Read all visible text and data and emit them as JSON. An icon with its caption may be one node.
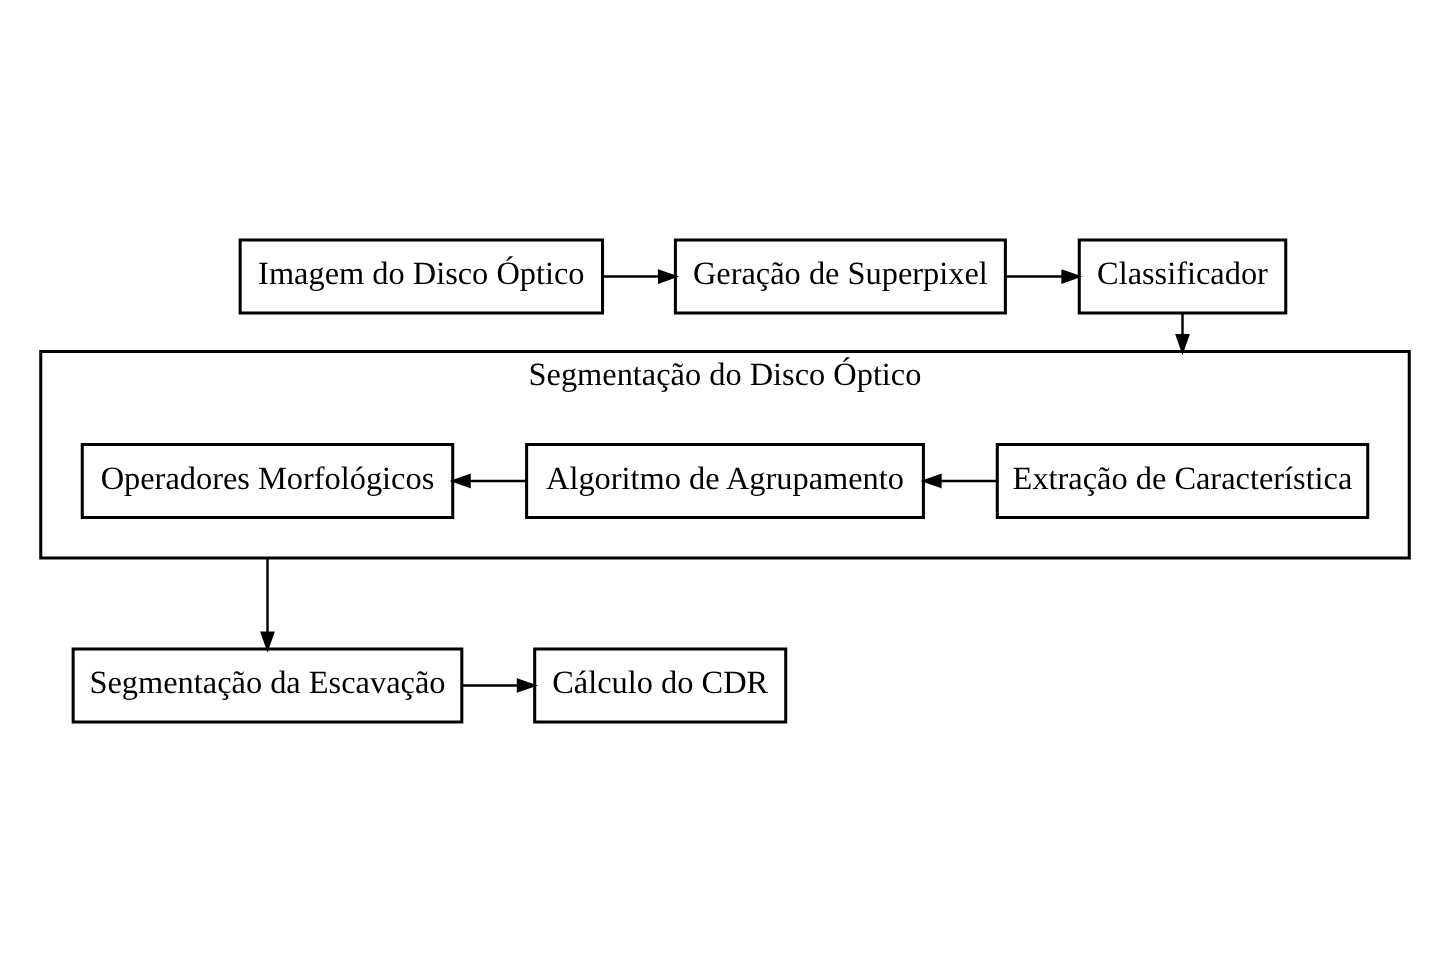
{
  "diagram": {
    "nodes": [
      {
        "text": [
          "Imagem do Disco Óptico"
        ]
      },
      {
        "text": [
          "Geração de Superpixel"
        ]
      },
      {
        "text": [
          "Classificador"
        ]
      },
      {
        "text": [
          "Segmentação do Disco Óptico"
        ]
      },
      {
        "text": [
          "Operadores Morfológicos"
        ],
        "in": 3
      },
      {
        "text": [
          "Algoritmo de Agrupamento"
        ],
        "in": 3
      },
      {
        "text": [
          "Extração de Característica"
        ],
        "in": 3
      },
      {
        "text": [
          "Segmentação da Escavação"
        ]
      },
      {
        "text": [
          "Cálculo do CDR"
        ]
      }
    ],
    "edges": [
      {
        "from": 0,
        "to": 1,
        "arrow": "to"
      },
      {
        "from": 1,
        "to": 2,
        "arrow": "to"
      },
      {
        "from": 2,
        "to": 3,
        "arrow": "to"
      },
      {
        "from": 6,
        "to": 5,
        "arrow": "to"
      },
      {
        "from": 5,
        "to": 4,
        "arrow": "to"
      },
      {
        "from": 3,
        "to": 7,
        "arrow": "to"
      },
      {
        "from": 7,
        "to": 8,
        "arrow": "to"
      }
    ]
  }
}
